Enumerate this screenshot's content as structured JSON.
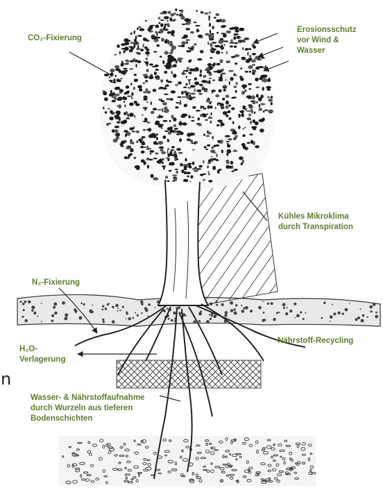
{
  "labels": {
    "co2": "CO₂-Fixierung",
    "erosion": [
      "Erosionsschutz",
      "vor Wind &",
      "Wasser"
    ],
    "klima": [
      "Kühles Mikroklima",
      "durch Transpiration"
    ],
    "n2": "N₂-Fixierung",
    "h2o": [
      "H₂O-",
      "Verlagerung"
    ],
    "recycling": "Nährstoff-Recycling",
    "aufnahme": [
      "Wasser- & Nährstoffaufnahme",
      "durch Wurzeln aus tieferen",
      "Bodenschichten"
    ]
  },
  "cut_letter": "n",
  "colors": {
    "label_green": "#5b7d2e",
    "ink": "#1a1a1a"
  }
}
